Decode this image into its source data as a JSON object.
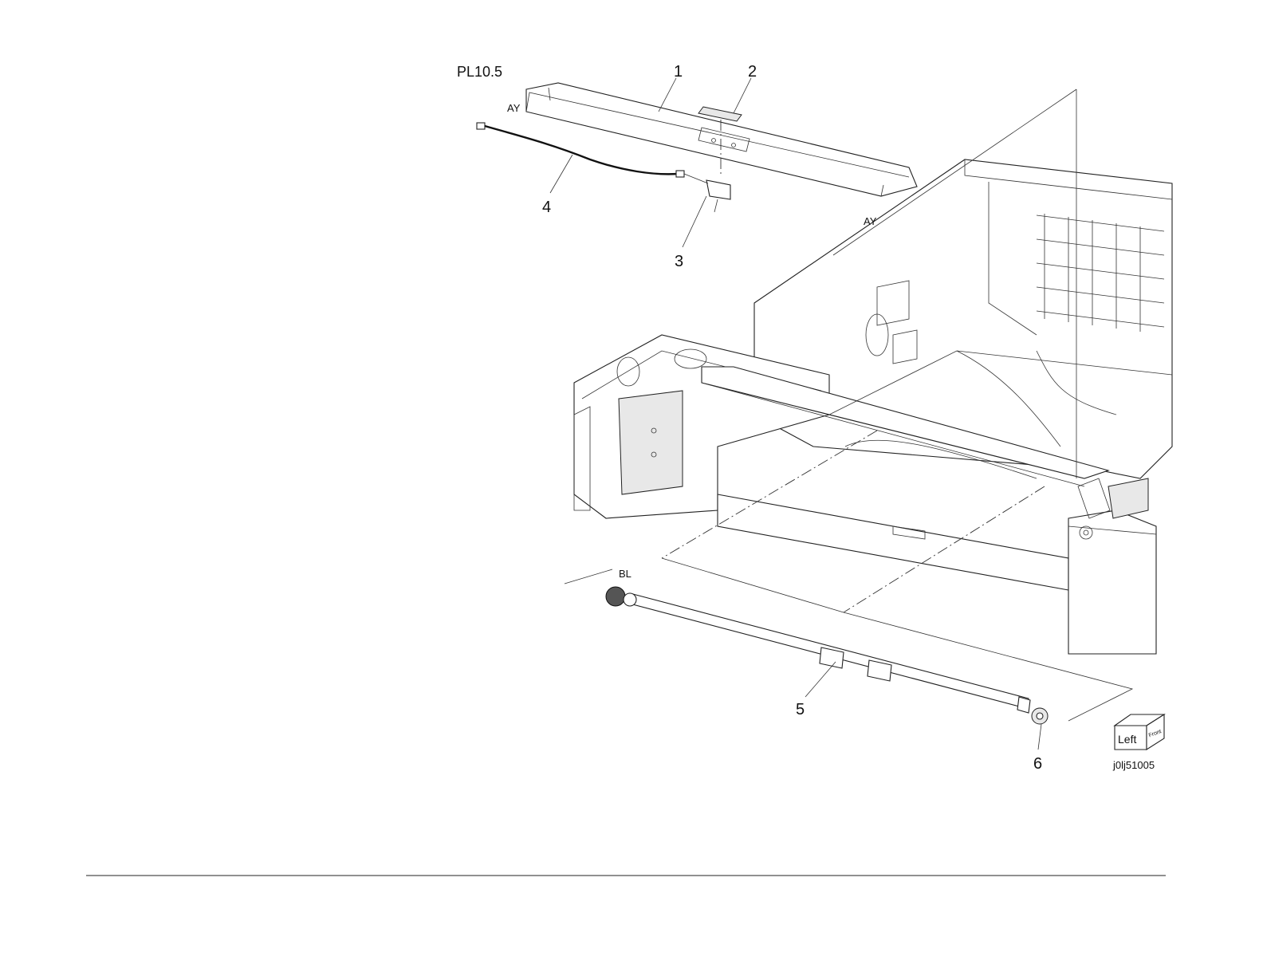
{
  "plate_id": "PL10.5",
  "figure_id": "j0lj51005",
  "callouts": [
    "1",
    "2",
    "3",
    "4",
    "5",
    "6"
  ],
  "reference_marks": {
    "ay_left": "AY",
    "ay_right": "AY",
    "bl": "BL"
  },
  "orientation_cube": {
    "front_face": "Left",
    "side_face": "Front"
  }
}
